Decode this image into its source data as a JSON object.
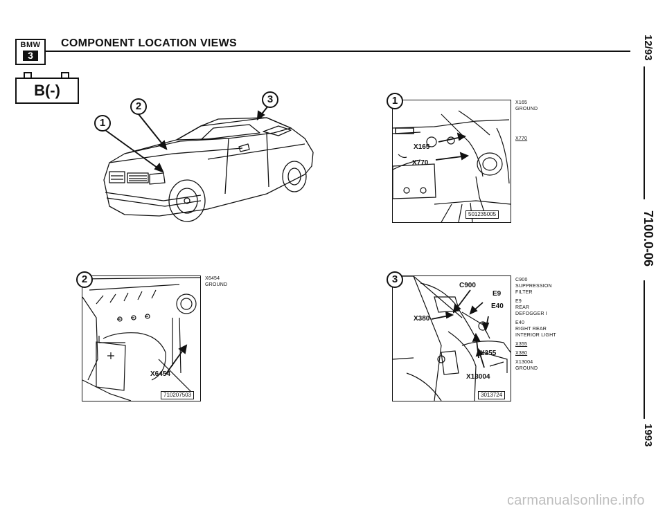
{
  "header": {
    "logo_text": "BMW",
    "logo_series": "3",
    "title": "COMPONENT LOCATION VIEWS",
    "battery_label": "B(-)"
  },
  "margin": {
    "date": "12/93",
    "doc_number": "7100.0-06",
    "year": "1993"
  },
  "overview": {
    "callouts": [
      "1",
      "2",
      "3"
    ]
  },
  "view1": {
    "callout": "1",
    "labels": [
      "X165",
      "X770"
    ],
    "ref": "501235005",
    "legend": [
      {
        "code": "X165",
        "desc": "GROUND"
      },
      {
        "code": "X770",
        "desc": ""
      }
    ]
  },
  "view2": {
    "callout": "2",
    "labels": [
      "X6454"
    ],
    "ref": "710207503",
    "legend": [
      {
        "code": "X6454",
        "desc": "GROUND"
      }
    ]
  },
  "view3": {
    "callout": "3",
    "labels": [
      "C900",
      "E9",
      "E40",
      "X380",
      "X355",
      "X13004"
    ],
    "ref": "3013724",
    "legend": [
      {
        "code": "C900",
        "desc": "SUPPRESSION\nFILTER"
      },
      {
        "code": "E9",
        "desc": "REAR\nDEFOGGER I"
      },
      {
        "code": "E40",
        "desc": "RIGHT REAR\nINTERIOR LIGHT"
      },
      {
        "code": "X355",
        "desc": ""
      },
      {
        "code": "X380",
        "desc": ""
      },
      {
        "code": "X13004",
        "desc": "GROUND"
      }
    ]
  },
  "watermark": "carmanualsonline.info"
}
